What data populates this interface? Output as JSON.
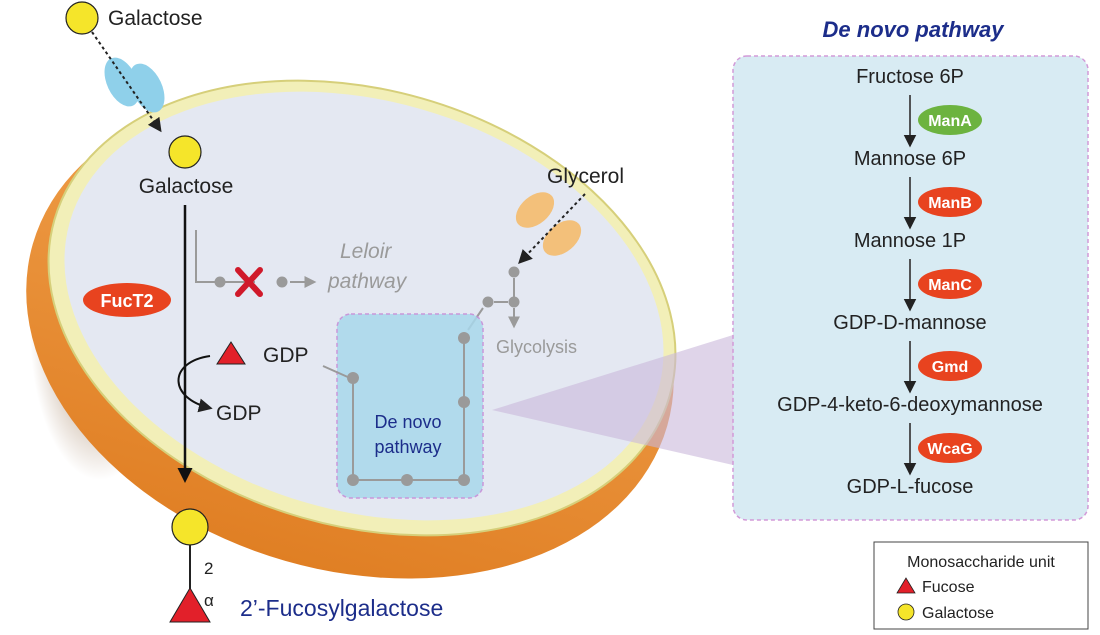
{
  "labels": {
    "galactose_outside": "Galactose",
    "galactose_inside": "Galactose",
    "glycerol": "Glycerol",
    "leloir_line1": "Leloir",
    "leloir_line2": "pathway",
    "glycolysis": "Glycolysis",
    "gdp_in": "GDP",
    "gdp_out": "GDP",
    "fuct2": "FucT2",
    "inner_denovo_line1": "De novo",
    "inner_denovo_line2": "pathway",
    "product": "2’-Fucosylgalactose",
    "linkage_position": "2",
    "linkage_alpha": "α"
  },
  "denovo_panel": {
    "title": "De novo pathway",
    "metabolites": [
      "Fructose 6P",
      "Mannose 6P",
      "Mannose 1P",
      "GDP-D-mannose",
      "GDP-4-keto-6-deoxymannose",
      "GDP-L-fucose"
    ],
    "enzymes": [
      {
        "name": "ManA",
        "color": "#6cb33f"
      },
      {
        "name": "ManB",
        "color": "#e8431f"
      },
      {
        "name": "ManC",
        "color": "#e8431f"
      },
      {
        "name": "Gmd",
        "color": "#e8431f"
      },
      {
        "name": "WcaG",
        "color": "#e8431f"
      }
    ]
  },
  "legend": {
    "title": "Monosaccharide unit",
    "items": [
      {
        "label": "Fucose",
        "shape": "triangle",
        "color": "#e2202a"
      },
      {
        "label": "Galactose",
        "shape": "circle",
        "color": "#f5e52a"
      }
    ]
  },
  "colors": {
    "galactose": "#f5e52a",
    "fucose": "#e2202a",
    "enzyme_red": "#e8431f",
    "enzyme_green": "#6cb33f",
    "cell_outer": "#e8953c",
    "cell_rim": "#f2efb8",
    "cytoplasm": "#e4e8f2",
    "panel_bg": "#d8ebf3",
    "title_blue": "#1c2d8a",
    "transporter_blue": "#8fd0ea",
    "transporter_orange": "#f3c07a"
  }
}
